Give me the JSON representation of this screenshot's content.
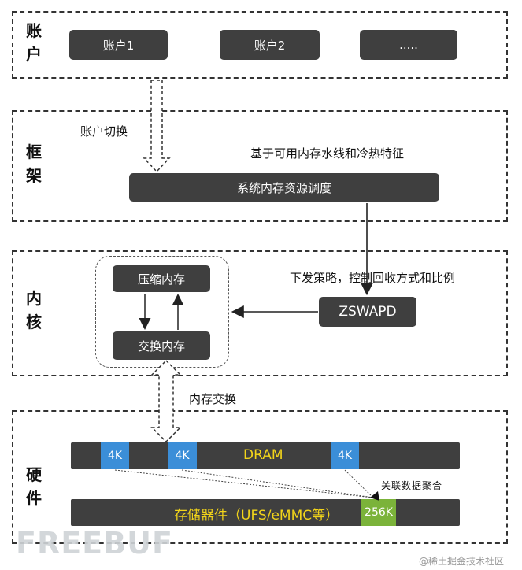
{
  "layers": {
    "account": {
      "label": "账\n户",
      "items": [
        "账户1",
        "账户2",
        "....."
      ]
    },
    "framework": {
      "label": "框\n架",
      "switch_note": "账户切换",
      "waterline_note": "基于可用内存水线和冷热特征",
      "scheduler": "系统内存资源调度"
    },
    "kernel": {
      "label": "内\n核",
      "compressed": "压缩内存",
      "swap": "交换内存",
      "policy_note": "下发策略，控制回收方式和比例",
      "zswapd": "ZSWAPD"
    },
    "hardware": {
      "label": "硬\n件",
      "exchange_note": "内存交换",
      "dram": "DRAM",
      "block_4k": "4K",
      "storage": "存储器件（UFS/eMMC等）",
      "block_256k": "256K",
      "aggregate_note": "关联数据聚合"
    }
  },
  "watermark": {
    "logo": "FREEBUF",
    "credit": "@稀土掘金技术社区"
  },
  "colors": {
    "pill": "#3f3f3f",
    "block_4k": "#3b8ed8",
    "block_256k": "#7bb33a",
    "bar_text": "#f2d41a"
  }
}
